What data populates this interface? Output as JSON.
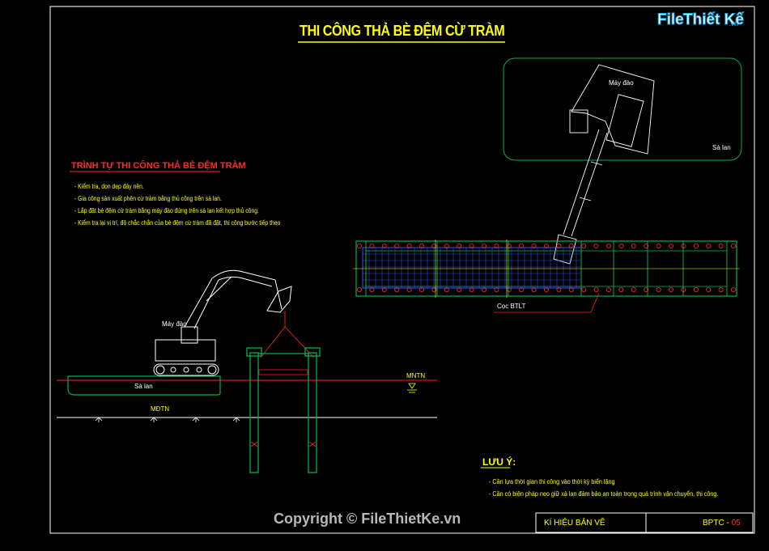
{
  "drawing": {
    "title": "THI CÔNG THẢ BÈ ĐỆM CỪ TRÀM",
    "sequence": {
      "heading": "TRÌNH TỰ THI CÔNG THẢ BÈ ĐỆM TRÀM",
      "steps": [
        "- Kiểm tra, dọn dẹp đáy nền.",
        "- Gia công sản xuất phên cừ tràm bằng thủ công trên sà lan.",
        "- Lắp đặt bè đệm cừ tràm bằng máy đào đứng trên sà lan kết hợp thủ công.",
        "- Kiểm tra lại vị trí, độ chắc chắn của bè đệm cừ tràm đã đặt, thi công bước tiếp theo"
      ]
    },
    "labels": {
      "excavator_side": "Máy đào",
      "barge_side": "Sà lan",
      "water_level": "MNTN",
      "bed_level": "MĐTN",
      "excavator_plan": "Máy đào",
      "barge_plan": "Sà lan",
      "pile": "Cọc BTLT"
    },
    "notes": {
      "heading": "LƯU Ý:",
      "items": [
        "- Cần lựa thời gian thi công vào thời kỳ biển lặng",
        "- Cần có biện pháp neo giữ xà lan đảm bảo an toàn trong quá trình vận chuyển, thi công."
      ]
    },
    "title_block": {
      "label": "KÍ HIỆU BẢN VẼ",
      "code_prefix": "BPTC - ",
      "code_number": "05"
    }
  },
  "watermark": {
    "logo_file": "File",
    "logo_name": "Thiết Kế",
    "logo_domain": ".vn",
    "copyright": "Copyright © FileThietKe.vn"
  },
  "colors": {
    "background": "#000000",
    "text": "#ffff00",
    "frame": "#ffffff",
    "structure": "#00b050",
    "accent": "#ff2020",
    "grid": "#3355ff"
  }
}
